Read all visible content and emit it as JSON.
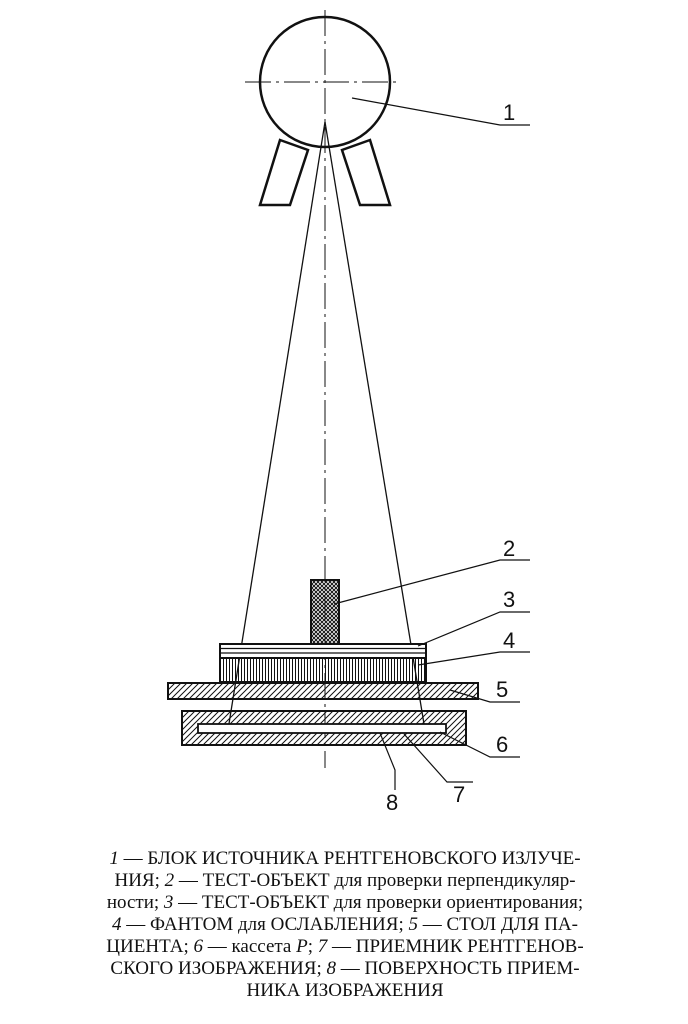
{
  "diagram": {
    "callouts": [
      "1",
      "2",
      "3",
      "4",
      "5",
      "6",
      "7",
      "8"
    ]
  },
  "caption": {
    "lines": [
      [
        {
          "n": "1"
        },
        {
          "t": " — БЛОК ИСТОЧНИКА РЕНТГЕНОВСКОГО ИЗЛУЧЕ-"
        }
      ],
      [
        {
          "t": "НИЯ; "
        },
        {
          "n": "2"
        },
        {
          "t": " — ТЕСТ-ОБЪЕКТ для проверки перпендикуляр-"
        }
      ],
      [
        {
          "t": "ности; "
        },
        {
          "n": "3"
        },
        {
          "t": " — ТЕСТ-ОБЪЕКТ для проверки ориентирования;"
        }
      ],
      [
        {
          "n": "4"
        },
        {
          "t": " — ФАНТОМ для ОСЛАБЛЕНИЯ; "
        },
        {
          "n": "5"
        },
        {
          "t": " — СТОЛ ДЛЯ ПА-"
        }
      ],
      [
        {
          "t": "ЦИЕНТА; "
        },
        {
          "n": "6"
        },
        {
          "t": " — кассета "
        },
        {
          "n": "Р"
        },
        {
          "t": "; "
        },
        {
          "n": "7"
        },
        {
          "t": " — ПРИЕМНИК РЕНТГЕНОВ-"
        }
      ],
      [
        {
          "t": "СКОГО ИЗОБРАЖЕНИЯ; "
        },
        {
          "n": "8"
        },
        {
          "t": " — ПОВЕРХНОСТЬ ПРИЕМ-"
        }
      ],
      [
        {
          "t": "НИКА ИЗОБРАЖЕНИЯ"
        }
      ]
    ]
  }
}
